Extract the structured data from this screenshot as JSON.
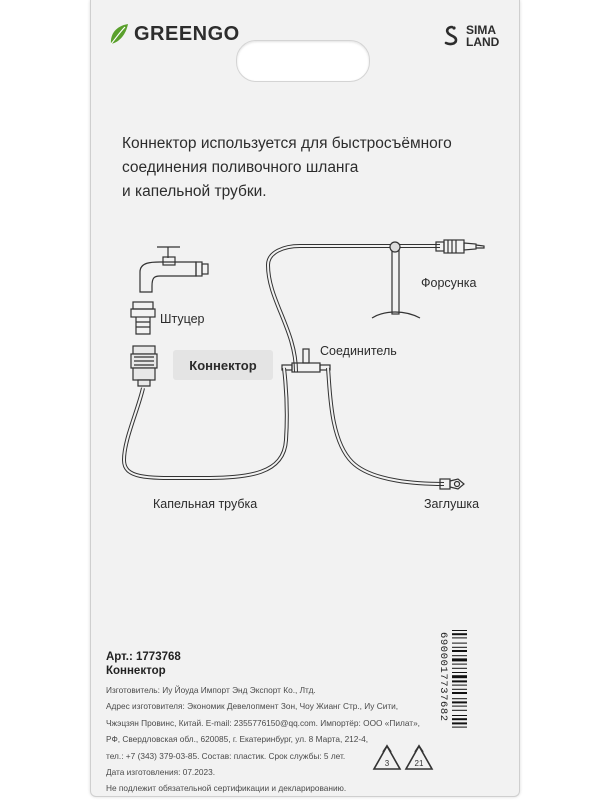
{
  "brand": {
    "logo": "GREENGO",
    "partner_top": "SIMA",
    "partner_bottom": "LAND"
  },
  "description": [
    "Коннектор используется для быстросъёмного",
    "соединения поливочного шланга",
    "и капельной трубки."
  ],
  "diagram": {
    "labels": {
      "nozzle": "Форсунка",
      "fitting": "Штуцер",
      "connector": "Коннектор",
      "joiner": "Соединитель",
      "drip_tube": "Капельная трубка",
      "plug": "Заглушка"
    },
    "colors": {
      "line": "#333333",
      "highlight_bg": "#e4e4e4"
    }
  },
  "product_info": {
    "article": "Арт.: 1773768",
    "name": "Коннектор",
    "lines": [
      "Изготовитель: Иу Йоуда Импорт Энд Экспорт Ко., Лтд.",
      "Адрес изготовителя: Экономик Девелопмент Зон, Чоу Жианг Стр., Иу Сити,",
      "Чжэцзян Провинс, Китай. E-mail: 2355776150@qq.com. Импортёр: ООО «Пилат»,",
      "РФ, Свердловская обл., 620085, г. Екатеринбург, ул. 8 Марта, 212-4,",
      "тел.: +7 (343) 379-03-85. Состав: пластик. Срок службы: 5 лет.",
      "Дата изготовления: 07.2023.",
      "Не подлежит обязательной сертификации и декларированию."
    ]
  },
  "barcode": {
    "digits": "6900017737682"
  },
  "recycling": {
    "codes": [
      "3",
      "21"
    ]
  }
}
